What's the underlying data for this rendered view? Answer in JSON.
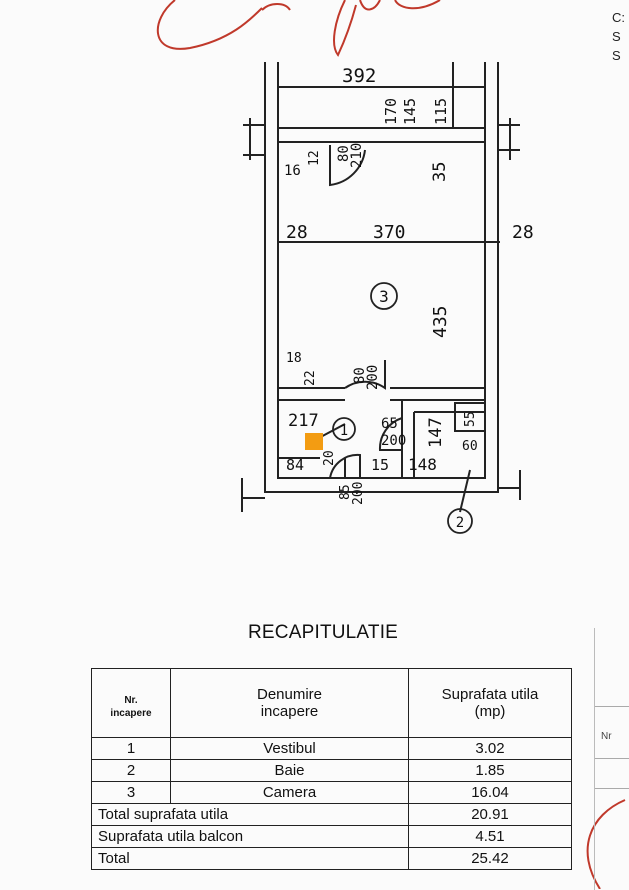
{
  "corner_text": [
    "C:",
    "S",
    "S"
  ],
  "plan": {
    "dims": {
      "top_width": "392",
      "d170": "170",
      "d145": "145",
      "d115": "115",
      "d80a": "80",
      "d210": "210",
      "d16": "16",
      "d12": "12",
      "d35": "35",
      "left_wall": "28",
      "room_width": "370",
      "right_wall": "28",
      "room_height": "435",
      "d18": "18",
      "d22": "22",
      "d80b": "80",
      "d200a": "200",
      "d217": "217",
      "d65": "65",
      "d200b": "200",
      "d147": "147",
      "d55": "55",
      "d60": "60",
      "d84": "84",
      "d20": "20",
      "d85": "85",
      "d200c": "200",
      "d15": "15",
      "d148": "148"
    },
    "room_numbers": {
      "vestibul": "1",
      "baie": "2",
      "camera": "3"
    }
  },
  "recap": {
    "title": "RECAPITULATIE",
    "headers": {
      "nr_line1": "Nr.",
      "nr_line2": "incapere",
      "name_line1": "Denumire",
      "name_line2": "incapere",
      "area_line1": "Suprafata utila",
      "area_line2": "(mp)"
    },
    "rows": [
      {
        "nr": "1",
        "name": "Vestibul",
        "area": "3.02"
      },
      {
        "nr": "2",
        "name": "Baie",
        "area": "1.85"
      },
      {
        "nr": "3",
        "name": "Camera",
        "area": "16.04"
      }
    ],
    "totals": [
      {
        "label": "Total suprafata utila",
        "value": "20.91"
      },
      {
        "label": "Suprafata utila balcon",
        "value": "4.51"
      },
      {
        "label": "Total",
        "value": "25.42"
      }
    ]
  },
  "side_label": "Nr"
}
